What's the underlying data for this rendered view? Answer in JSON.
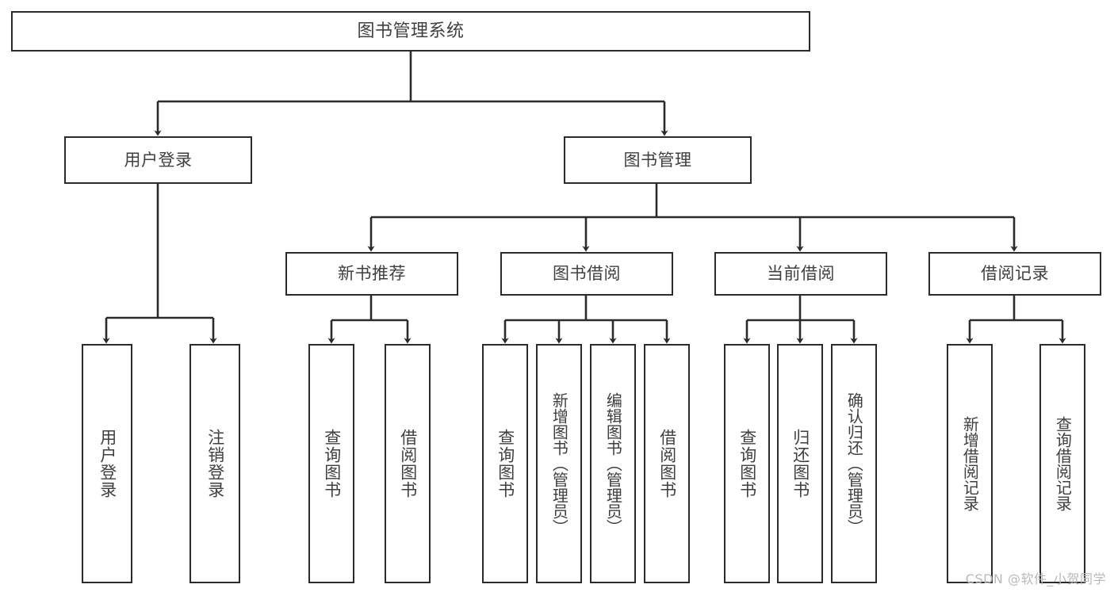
{
  "diagram": {
    "title": "图书管理系统",
    "type": "tree-hierarchy",
    "watermark": "CSDN @软件_小贺同学",
    "colors": {
      "background": "#ffffff",
      "box_border": "#2b2b2b",
      "box_fill": "#ffffff",
      "text": "#3f3f3f",
      "connector": "#2b2b2b",
      "watermark": "#b9b9b9"
    },
    "levels": {
      "root": {
        "label": "图书管理系统"
      },
      "level2": [
        {
          "label": "用户登录"
        },
        {
          "label": "图书管理"
        }
      ],
      "level3": [
        {
          "label": "新书推荐"
        },
        {
          "label": "图书借阅"
        },
        {
          "label": "当前借阅"
        },
        {
          "label": "借阅记录"
        }
      ],
      "leaves": {
        "user_login": [
          {
            "label": "用户登录"
          },
          {
            "label": "注销登录"
          }
        ],
        "new_book_recommend": [
          {
            "label": "查询图书"
          },
          {
            "label": "借阅图书"
          }
        ],
        "book_borrow": [
          {
            "label": "查询图书"
          },
          {
            "label": "新增图书（管理员）"
          },
          {
            "label": "编辑图书（管理员）"
          },
          {
            "label": "借阅图书"
          }
        ],
        "current_borrow": [
          {
            "label": "查询图书"
          },
          {
            "label": "归还图书"
          },
          {
            "label": "确认归还（管理员）"
          }
        ],
        "borrow_record": [
          {
            "label": "新增借阅记录"
          },
          {
            "label": "查询借阅记录"
          }
        ]
      }
    }
  }
}
